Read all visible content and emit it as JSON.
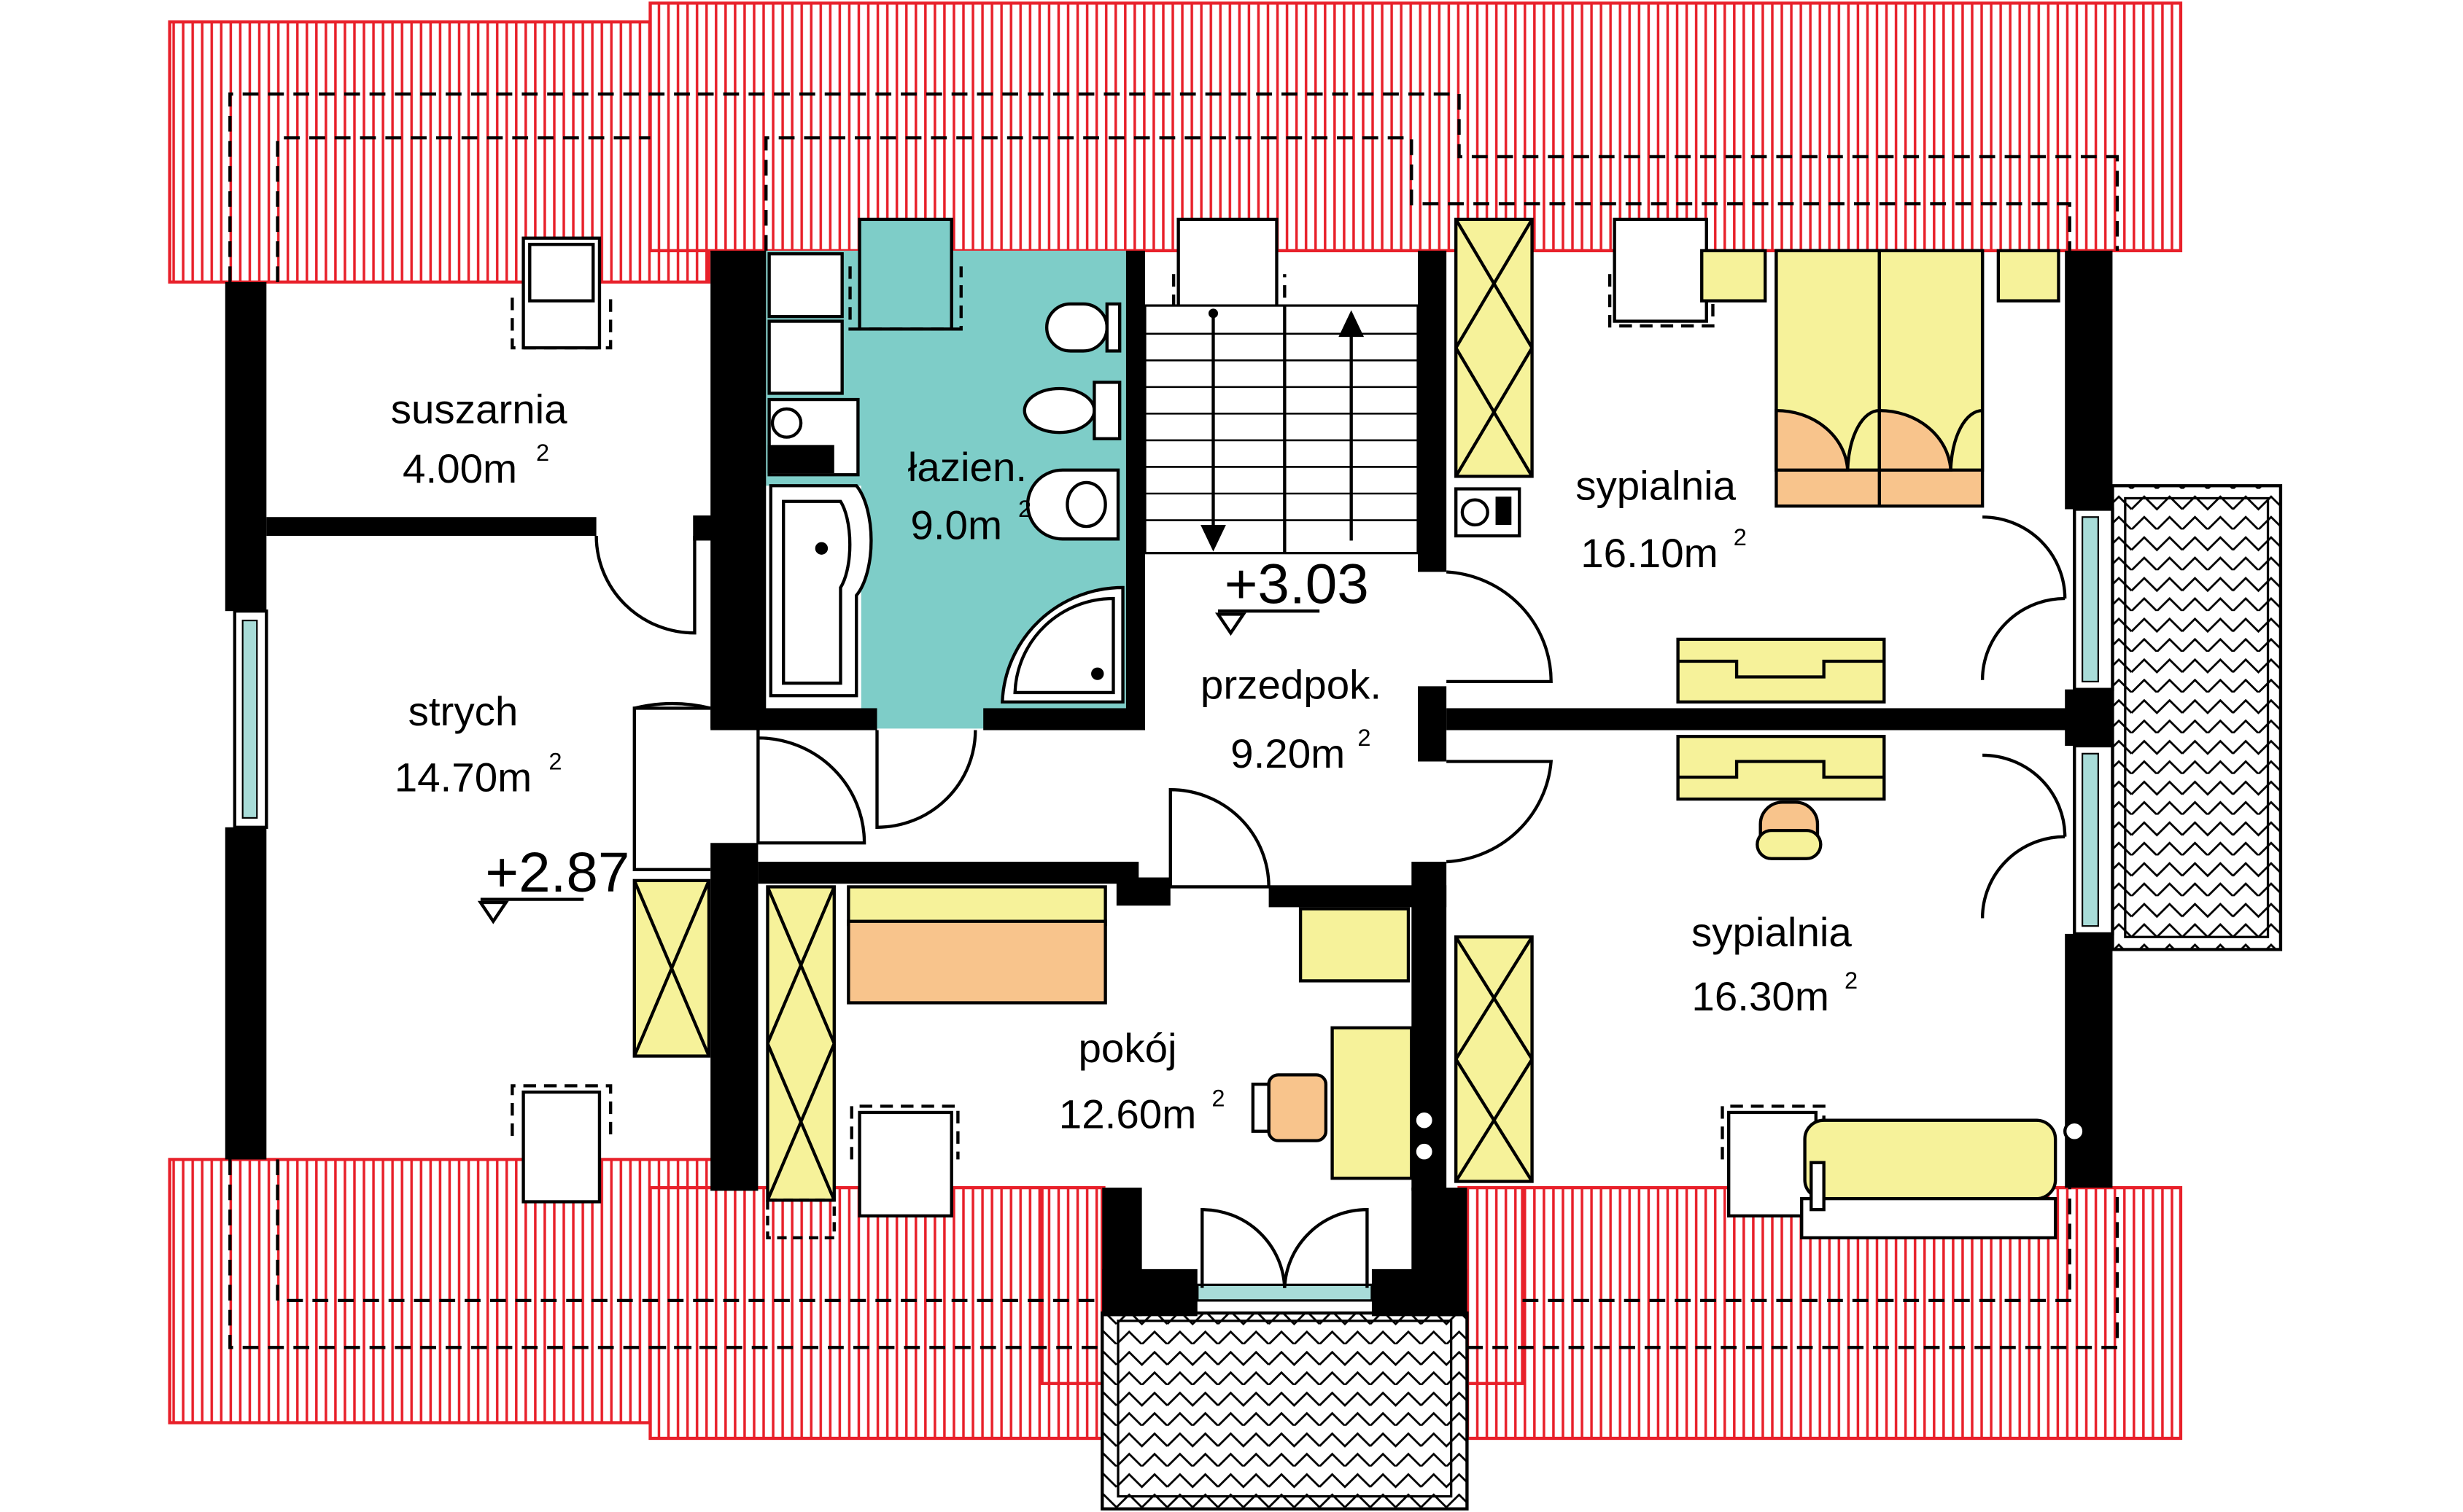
{
  "colors": {
    "roof_hatch": "#e8202a",
    "bathroom_fill": "#7ecdc8",
    "furniture_yellow": "#f6f29a",
    "furniture_orange": "#f8c48c",
    "window_glass": "#a8dcd8",
    "wall": "#000000"
  },
  "rooms": [
    {
      "id": "suszarnia",
      "name": "suszarnia",
      "area": "4.00m",
      "sup": "2"
    },
    {
      "id": "strych",
      "name": "strych",
      "area": "14.70m",
      "sup": "2"
    },
    {
      "id": "lazienka",
      "name": "łazien.",
      "area": "9.0m",
      "sup": "2"
    },
    {
      "id": "przedpokoj",
      "name": "przedpok.",
      "area": "9.20m",
      "sup": "2"
    },
    {
      "id": "sypialnia1",
      "name": "sypialnia",
      "area": "16.10m",
      "sup": "2"
    },
    {
      "id": "sypialnia2",
      "name": "sypialnia",
      "area": "16.30m",
      "sup": "2"
    },
    {
      "id": "pokoj",
      "name": "pokój",
      "area": "12.60m",
      "sup": "2"
    }
  ],
  "levels": [
    {
      "id": "level-hall",
      "text": "+3.03"
    },
    {
      "id": "level-attic",
      "text": "+2.87"
    }
  ]
}
